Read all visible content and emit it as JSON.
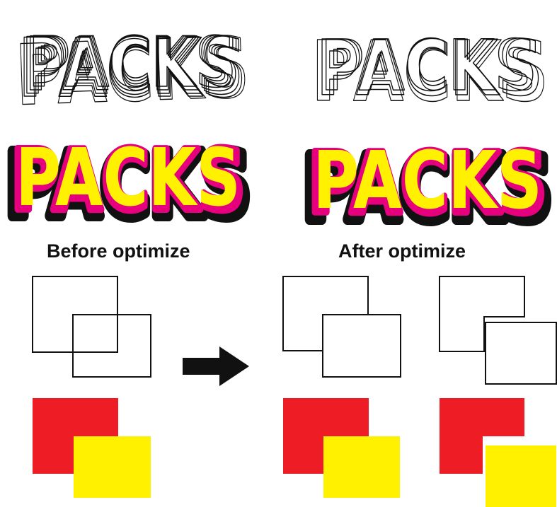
{
  "logo_word": "PACKS",
  "labels": {
    "before": "Before optimize",
    "after": "After optimize"
  },
  "colors": {
    "outline": "#111111",
    "fill_yellow": "#FFF100",
    "fill_magenta": "#E6007E",
    "shadow_black": "#111111",
    "square_red": "#EE1C25",
    "square_yellow": "#FFF100",
    "arrow": "#111111"
  },
  "icons": {
    "direction": "right-arrow-icon"
  }
}
